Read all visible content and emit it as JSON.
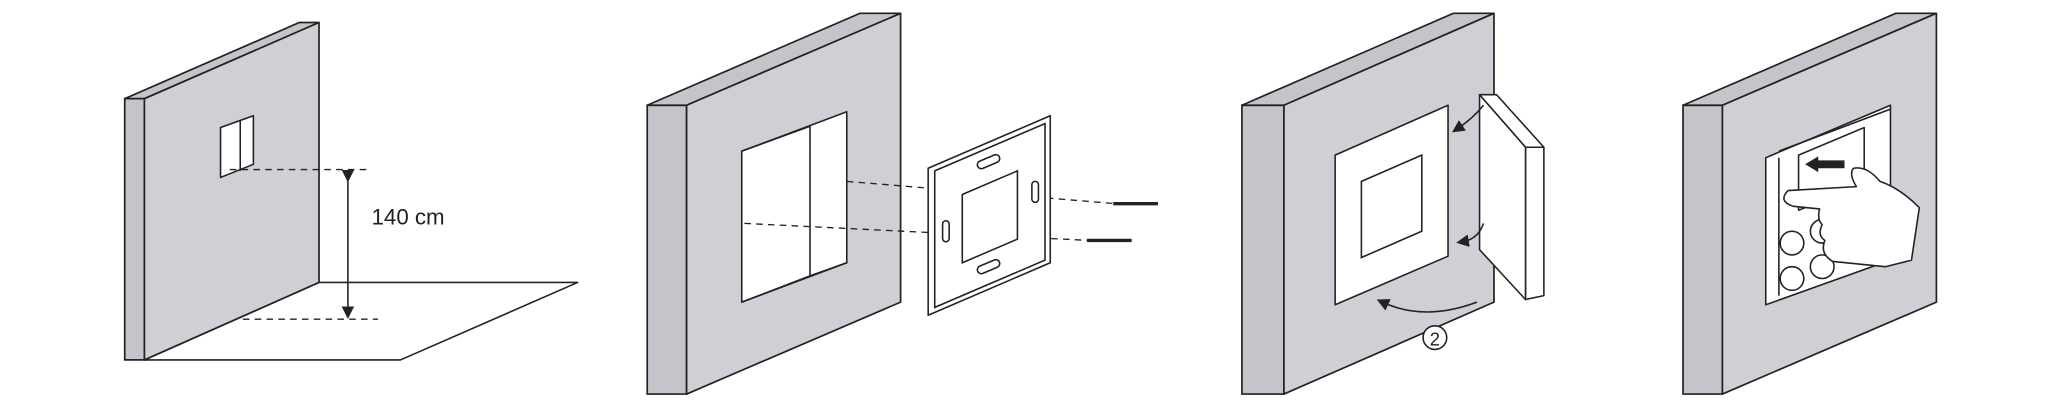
{
  "steps": [
    {
      "name": "mark-height",
      "label": "140 cm"
    },
    {
      "name": "mount-plate"
    },
    {
      "name": "attach-device",
      "step_number": "2"
    },
    {
      "name": "operate-device"
    }
  ],
  "colors": {
    "wall": "#cfd0d5",
    "line": "#222222"
  }
}
